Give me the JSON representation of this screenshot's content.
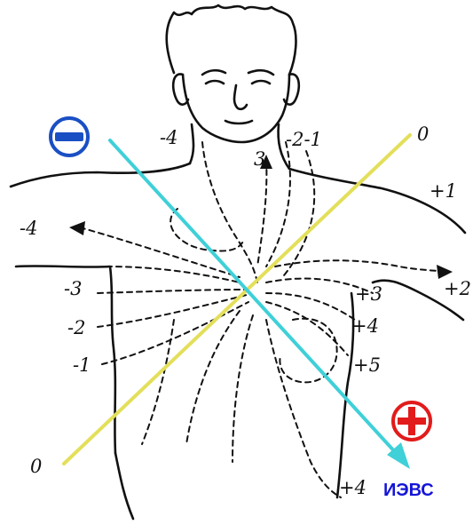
{
  "caption": "ИЭВС",
  "labels": {
    "top_neg4": "-4",
    "top_3": "3",
    "top_neg2_neg1": "-2-1",
    "axis_top_zero": "0",
    "right_plus1": "+1",
    "left_neg4": "-4",
    "right_plus2": "+2",
    "left_neg3": "-3",
    "right_plus3": "+3",
    "left_neg2": "-2",
    "right_plus4": "+4",
    "left_neg1": "-1",
    "right_plus5": "+5",
    "axis_bottom_zero": "0",
    "bottom_plus4": "+4"
  },
  "electrodes": {
    "negative": {
      "sign": "−",
      "color": "#1a4fc4"
    },
    "positive": {
      "sign": "+",
      "color": "#e21b1b"
    }
  },
  "colors": {
    "zero_line": "#e3df5a",
    "dipole_arrow": "#3fd0d8",
    "ink": "#111111"
  }
}
